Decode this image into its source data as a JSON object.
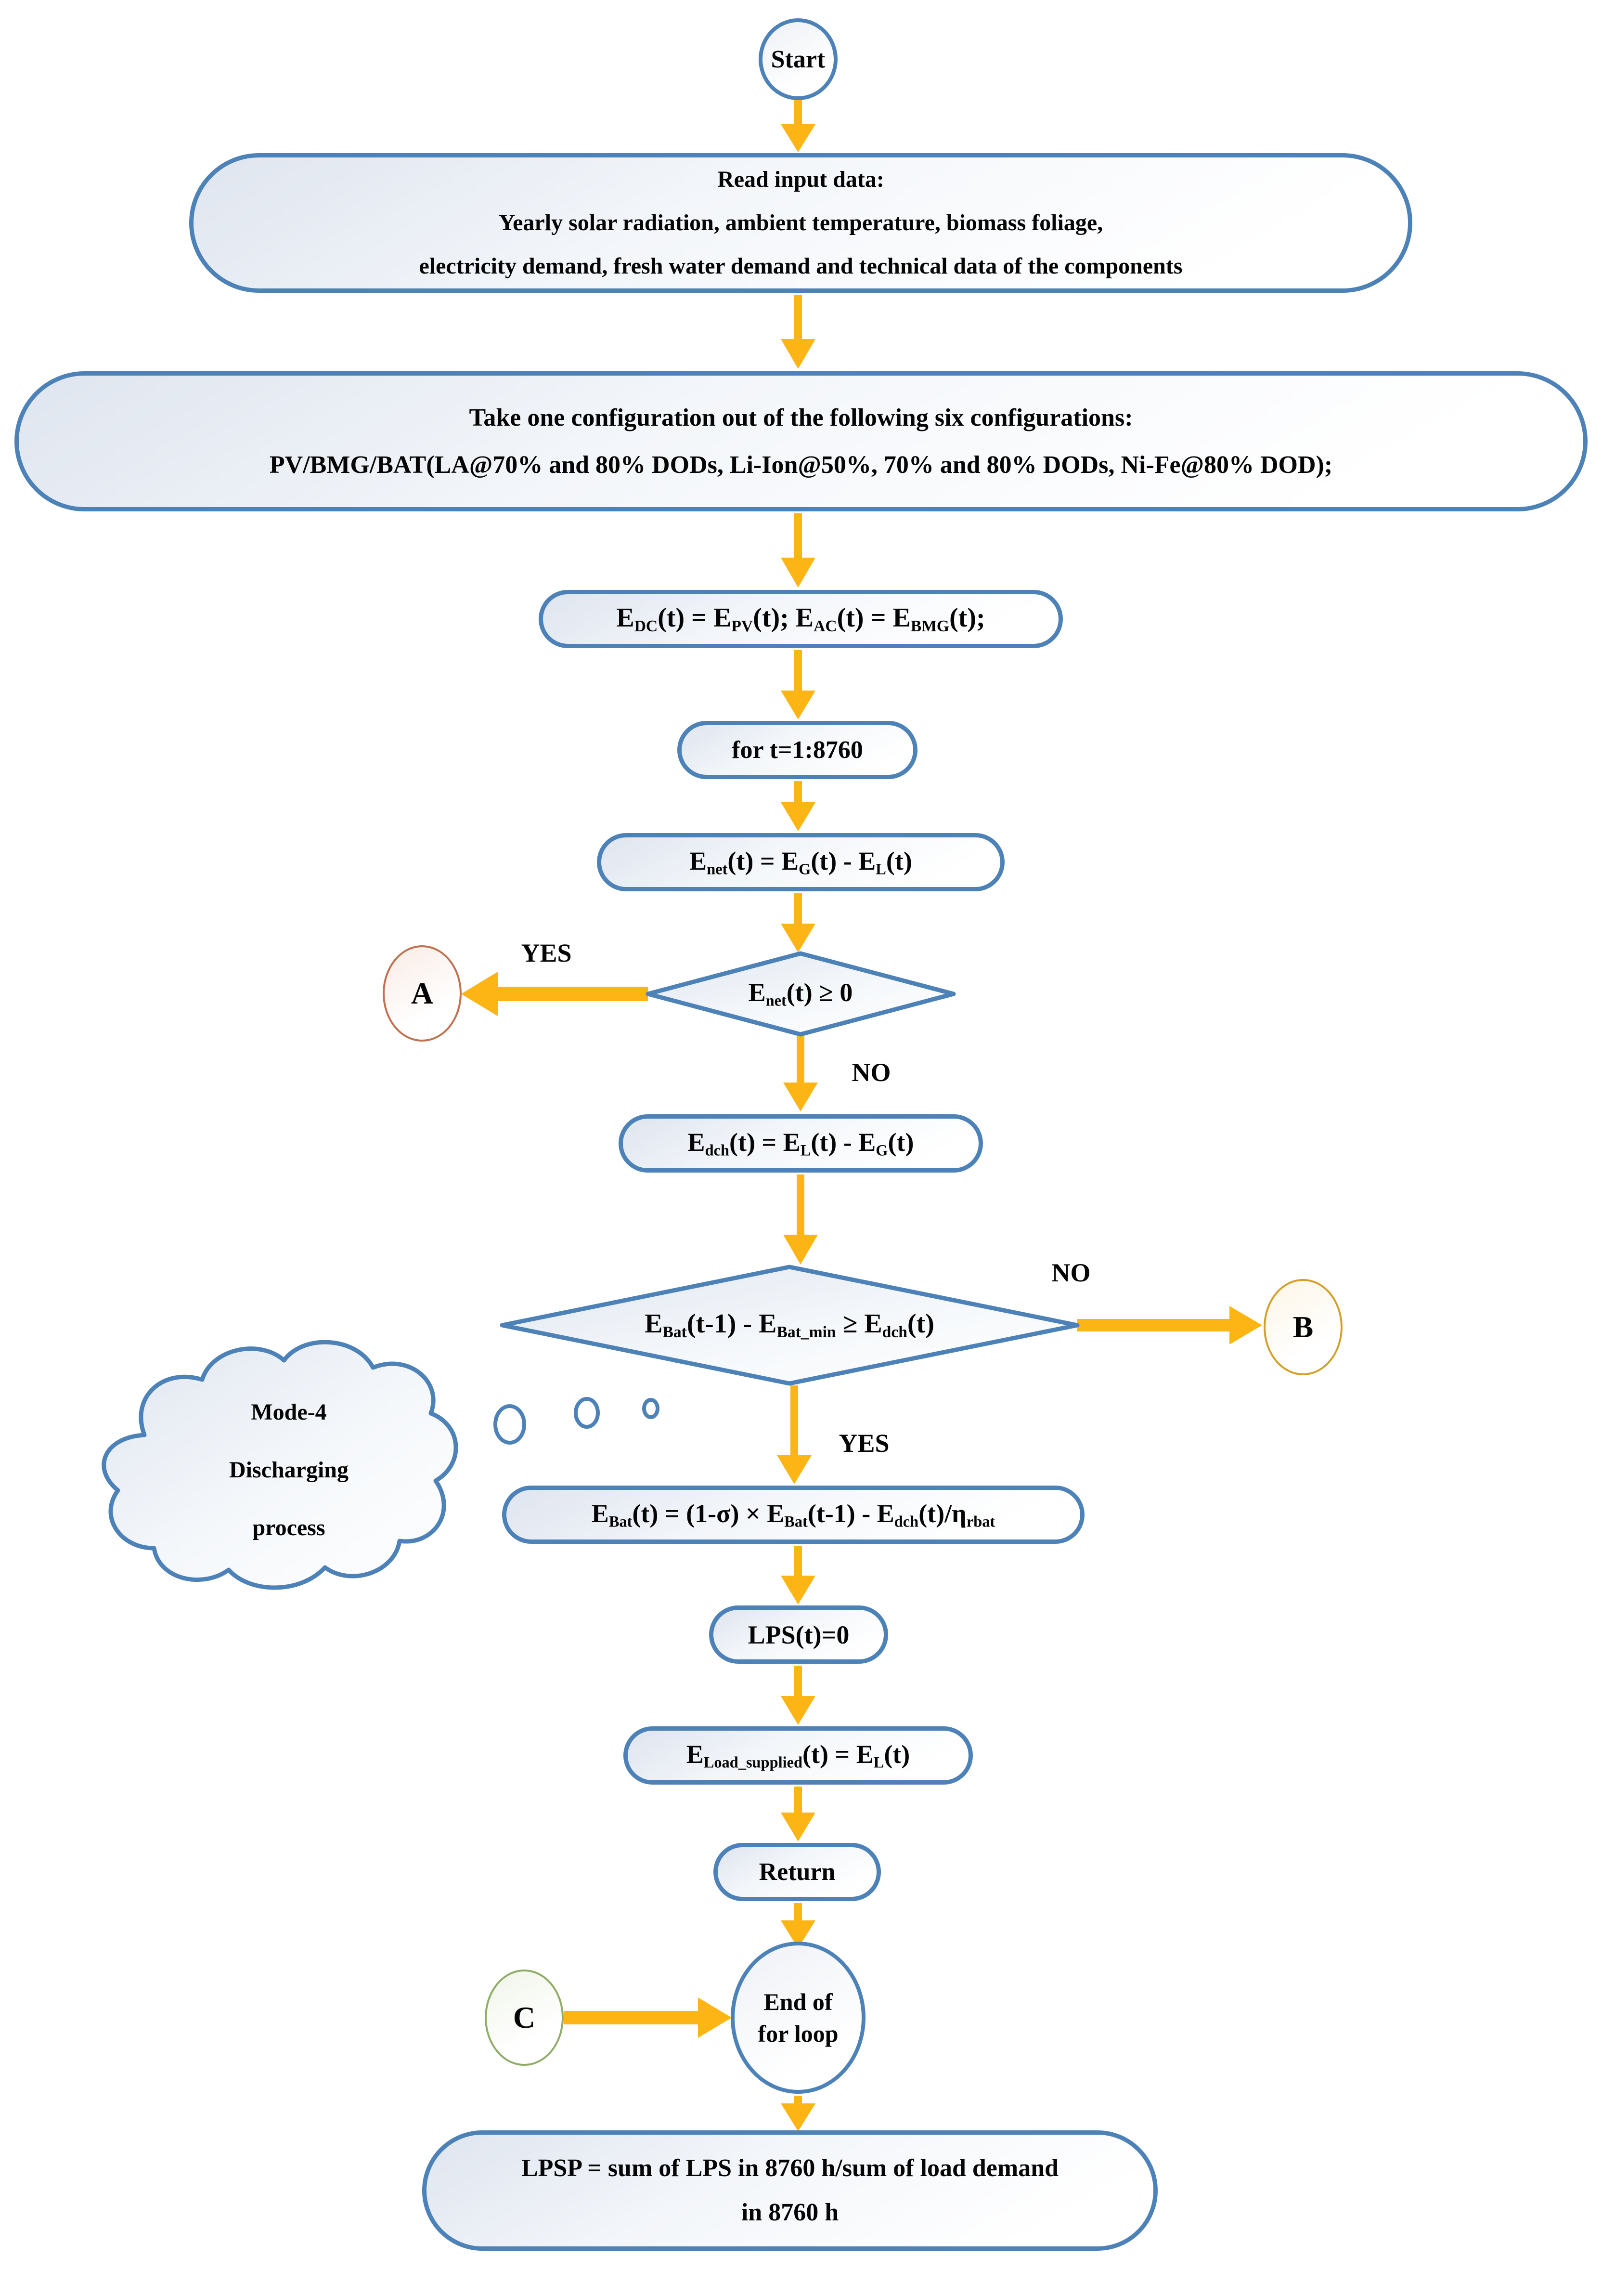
{
  "colors": {
    "node_border": "#4d82b8",
    "node_fill_top": "#dfe5ef",
    "node_fill_bottom": "#ffffff",
    "arrow": "#fcb515",
    "connector_a_border": "#c0714f",
    "connector_b_border": "#d4a02a",
    "connector_c_border": "#90ad68",
    "text": "#050505"
  },
  "nodes": {
    "start": {
      "label": "Start"
    },
    "read_input": {
      "lines": [
        "Read input data:",
        "Yearly solar radiation, ambient temperature, biomass foliage,",
        "electricity demand, fresh water demand and technical data of the components"
      ]
    },
    "configurations": {
      "lines": [
        "Take one configuration out of the following six configurations:",
        "PV/BMG/BAT(LA@70% and 80% DODs, Li-Ion@50%, 70% and 80% DODs, Ni-Fe@80% DOD);"
      ]
    },
    "init_energy": {
      "formula": [
        {
          "t": "E"
        },
        {
          "t": "DC",
          "sub": true
        },
        {
          "t": "(t) = E"
        },
        {
          "t": "PV",
          "sub": true
        },
        {
          "t": "(t); E"
        },
        {
          "t": "AC",
          "sub": true
        },
        {
          "t": "(t) = E"
        },
        {
          "t": "BMG",
          "sub": true
        },
        {
          "t": "(t);"
        }
      ]
    },
    "for_loop": {
      "label": "for t=1:8760"
    },
    "net_energy": {
      "formula": [
        {
          "t": "E"
        },
        {
          "t": "net",
          "sub": true
        },
        {
          "t": "(t) = E"
        },
        {
          "t": "G",
          "sub": true
        },
        {
          "t": "(t) - E"
        },
        {
          "t": "L",
          "sub": true
        },
        {
          "t": "(t)"
        }
      ]
    },
    "decision_net": {
      "formula": [
        {
          "t": "E"
        },
        {
          "t": "net",
          "sub": true
        },
        {
          "t": "(t) ≥ 0"
        }
      ]
    },
    "discharge_energy": {
      "formula": [
        {
          "t": "E"
        },
        {
          "t": "dch",
          "sub": true
        },
        {
          "t": "(t) = E"
        },
        {
          "t": "L",
          "sub": true
        },
        {
          "t": "(t) - E"
        },
        {
          "t": "G",
          "sub": true
        },
        {
          "t": "(t)"
        }
      ]
    },
    "decision_battery": {
      "formula": [
        {
          "t": "E"
        },
        {
          "t": "Bat",
          "sub": true
        },
        {
          "t": "(t-1) - E"
        },
        {
          "t": "Bat_min",
          "sub": true
        },
        {
          "t": " ≥ E"
        },
        {
          "t": "dch",
          "sub": true
        },
        {
          "t": "(t)"
        }
      ]
    },
    "battery_update": {
      "formula": [
        {
          "t": "E"
        },
        {
          "t": "Bat",
          "sub": true
        },
        {
          "t": "(t) = (1-σ) × E"
        },
        {
          "t": "Bat",
          "sub": true
        },
        {
          "t": "(t-1) - E"
        },
        {
          "t": "dch",
          "sub": true
        },
        {
          "t": "(t)/η"
        },
        {
          "t": "rbat",
          "sub": true
        }
      ]
    },
    "lps_zero": {
      "label": "LPS(t)=0"
    },
    "load_supplied": {
      "formula": [
        {
          "t": "E"
        },
        {
          "t": "Load_supplied",
          "sub": true
        },
        {
          "t": "(t) = E"
        },
        {
          "t": "L",
          "sub": true
        },
        {
          "t": "(t)"
        }
      ]
    },
    "return_box": {
      "label": "Return"
    },
    "end_loop": {
      "lines": [
        "End of",
        "for loop"
      ]
    },
    "lpsp": {
      "lines": [
        "LPSP = sum of LPS in 8760 h/sum of load demand",
        "in 8760 h"
      ]
    },
    "connector_a": {
      "label": "A"
    },
    "connector_b": {
      "label": "B"
    },
    "connector_c": {
      "label": "C"
    },
    "cloud": {
      "lines": [
        "Mode-4",
        "Discharging",
        "process"
      ]
    }
  },
  "edge_labels": {
    "yes_to_a": "YES",
    "no_below_net": "NO",
    "no_to_b": "NO",
    "yes_below_battery": "YES"
  }
}
